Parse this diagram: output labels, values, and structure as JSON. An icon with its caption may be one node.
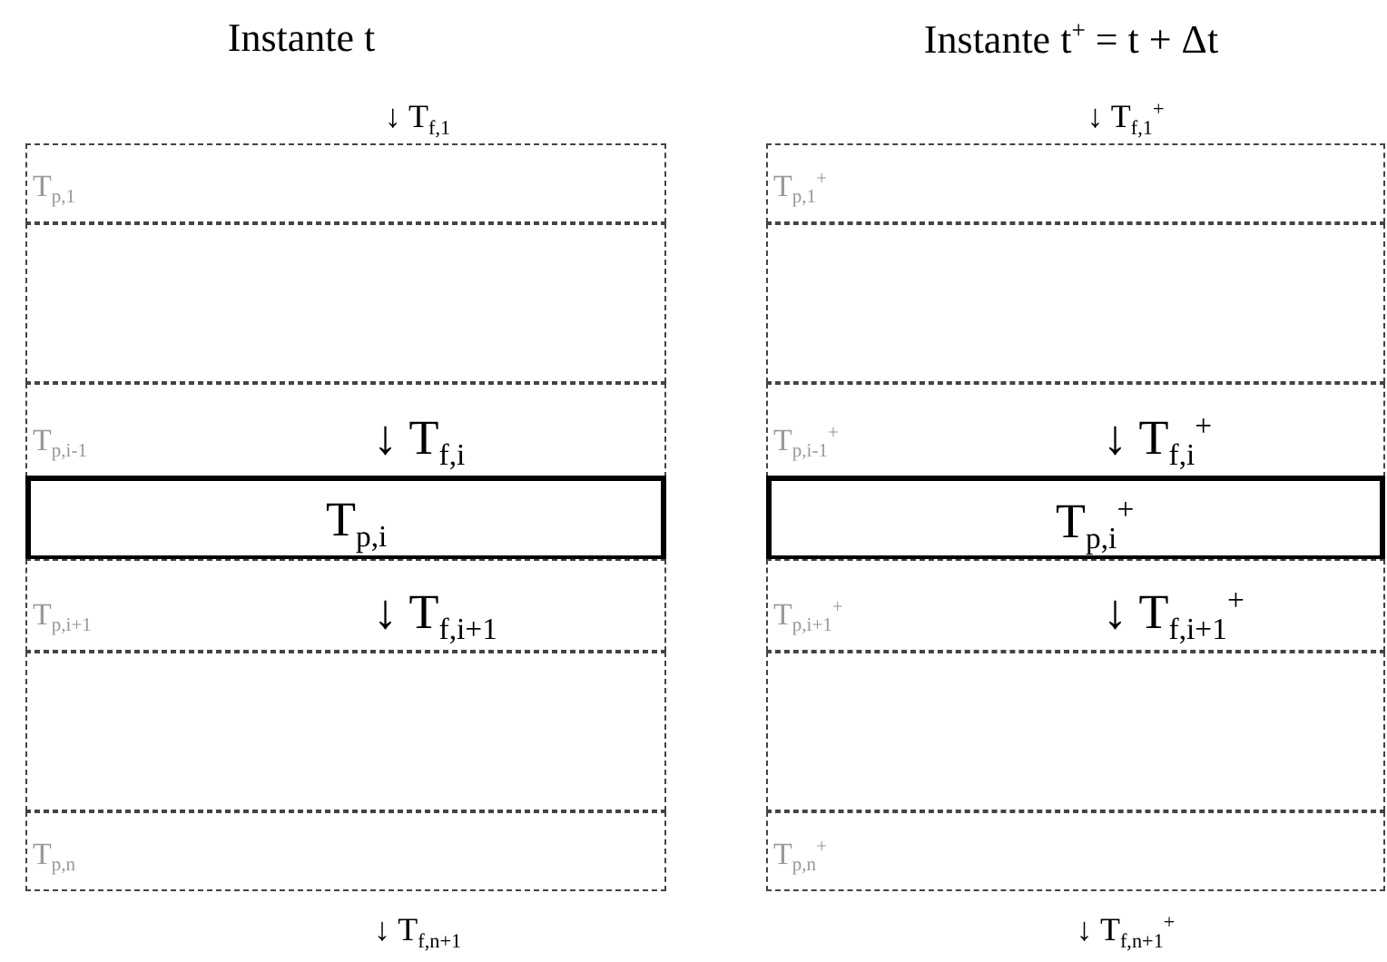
{
  "diagram": {
    "nodes": [
      {
        "text": [
          "T$_{p,1}$"
        ]
      },
      {
        "text": [],
        "shape": "box"
      },
      {
        "text": [
          "T$_{p,i-1}$",
          "↓ T$_{f,i}$"
        ]
      },
      {
        "text": [
          "T$_{p,i}$"
        ]
      },
      {
        "text": [
          "T$_{p,i+1}$",
          "↓ T$_{f,i+1}$"
        ]
      },
      {
        "text": [],
        "shape": "box"
      },
      {
        "text": [
          "T$_{p,n}$"
        ]
      },
      {
        "text": [
          "T$_{p,1}$$^{+}$"
        ]
      },
      {
        "text": [],
        "shape": "box"
      },
      {
        "text": [
          "T$_{p,i-1}$$^{+}$",
          "↓ T$_{f,i}$$^{+}$"
        ]
      },
      {
        "text": [
          "T$_{p,i}$$^{+}$"
        ]
      },
      {
        "text": [
          "T$_{p,i+1}$$^{+}$",
          "↓ T$_{f,i+1}$$^{+}$"
        ]
      },
      {
        "text": [],
        "shape": "box"
      },
      {
        "text": [
          "T$_{p,n}$$^{+}$"
        ]
      }
    ],
    "labels": [
      "Instante t",
      "Instante t$^{+}$ = t + Δt",
      "↓ T$_{f,1}$",
      "↓ T$_{f,1}$$^{+}$",
      "↓ T$_{f,n+1}$",
      "↓ T$_{f,n+1}$$^{+}$"
    ]
  }
}
